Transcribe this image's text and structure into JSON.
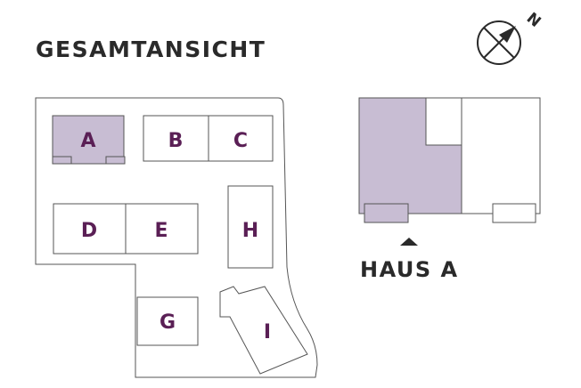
{
  "overview": {
    "title": "GESAMTANSICHT",
    "houses": [
      {
        "id": "A",
        "label": "A",
        "selected": true
      },
      {
        "id": "B",
        "label": "B",
        "selected": false
      },
      {
        "id": "C",
        "label": "C",
        "selected": false
      },
      {
        "id": "D",
        "label": "D",
        "selected": false
      },
      {
        "id": "E",
        "label": "E",
        "selected": false
      },
      {
        "id": "H",
        "label": "H",
        "selected": false
      },
      {
        "id": "G",
        "label": "G",
        "selected": false
      },
      {
        "id": "I",
        "label": "I",
        "selected": false
      }
    ]
  },
  "compass": {
    "label": "N",
    "icon": "compass-icon"
  },
  "detail": {
    "label": "HAUS A",
    "marker_icon": "triangle-up-icon"
  },
  "colors": {
    "highlight": "#c8bdd3",
    "label": "#5a1f55",
    "text": "#2a2a2a",
    "line": "#555555"
  }
}
